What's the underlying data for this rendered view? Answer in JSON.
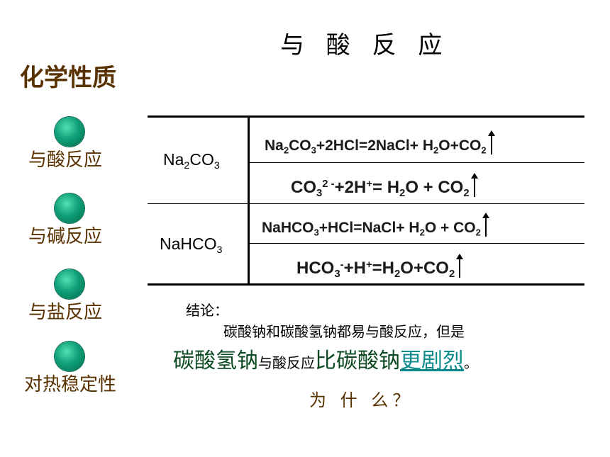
{
  "title": "与 酸 反 应",
  "section_title": "化学性质",
  "nav": [
    {
      "label": "与酸反应"
    },
    {
      "label": "与碱反应"
    },
    {
      "label": "与盐反应"
    },
    {
      "label": "对热稳定性"
    }
  ],
  "table": {
    "row1_header": {
      "a": "Na",
      "s1": "2",
      "b": "CO",
      "s2": "3"
    },
    "row2_header": {
      "a": "NaHCO",
      "s1": "3"
    },
    "eq1": {
      "p1": "Na",
      "s1": "2",
      "p2": "CO",
      "s2": "3",
      "p3": "+2HCl=2NaCl+ H",
      "s3": "2",
      "p4": "O+CO",
      "s4": "2"
    },
    "eq2": {
      "p1": "CO",
      "s1": "3",
      "sup1": "2 -",
      "p2": "+2H",
      "sup2": "+",
      "p3": "= H",
      "s3": "2",
      "p4": "O + CO",
      "s4": "2"
    },
    "eq3": {
      "p1": "NaHCO",
      "s1": "3",
      "p2": "+HCl=NaCl+ H",
      "s2": "2",
      "p3": "O + CO",
      "s3": "2"
    },
    "eq4": {
      "p1": "HCO",
      "s1": "3",
      "sup1": "-",
      "p2": "+H",
      "sup2": "+",
      "p3": "=H",
      "s3": "2",
      "p4": "O+CO",
      "s4": "2"
    }
  },
  "conclusion": {
    "heading": "结论：",
    "line1": "碳酸钠和碳酸氢钠都易与酸反应，但是",
    "line2_a": "碳酸氢钠",
    "line2_b": "与酸反应",
    "line2_c": "比碳酸钠",
    "line2_d": "更剧烈",
    "line2_e": "。"
  },
  "question": "为 什 么？",
  "colors": {
    "accent_brown": "#5a3200",
    "ball_green": "#10a079",
    "link_teal": "#0a8a8a",
    "dark_green": "#0b4a20"
  }
}
